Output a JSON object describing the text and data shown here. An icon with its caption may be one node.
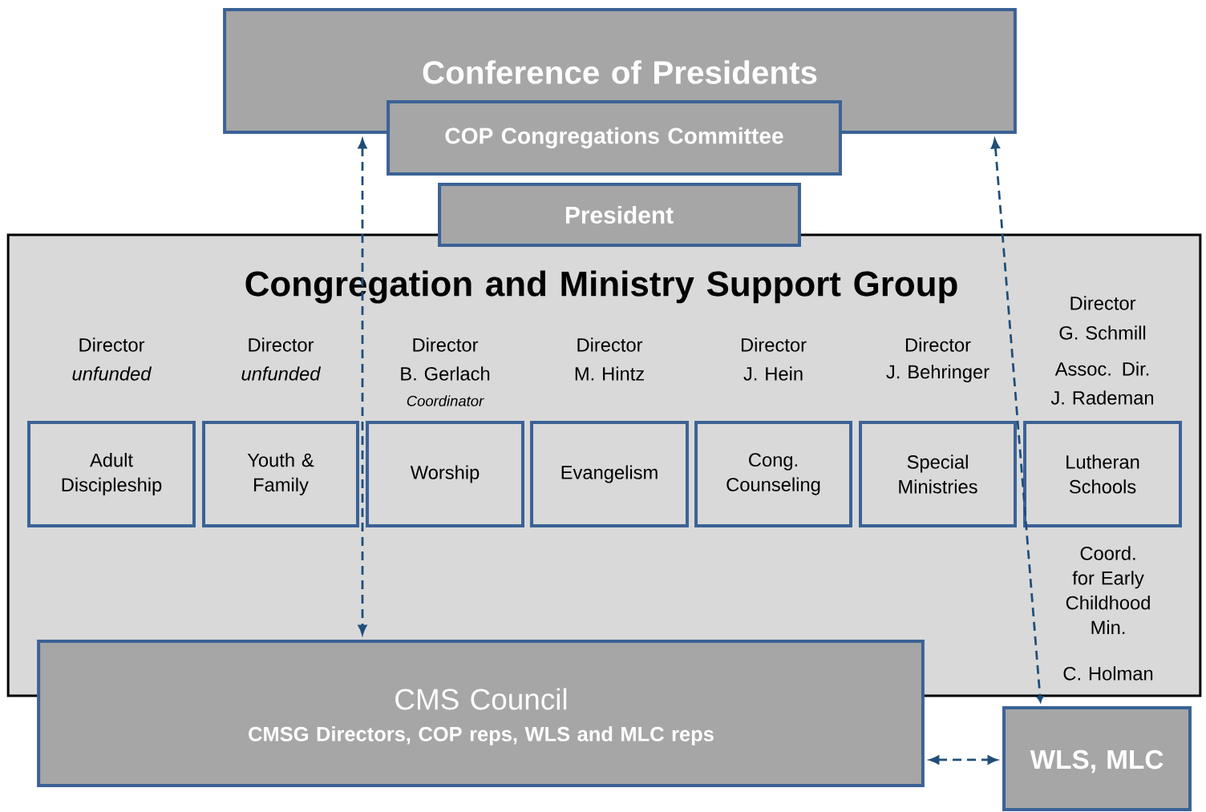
{
  "diagram": {
    "nodes": [
      {
        "text": [
          "Conference of Presidents"
        ]
      },
      {
        "text": [
          "COP Congregations Committee"
        ]
      },
      {
        "text": [
          "President"
        ]
      },
      {
        "text": [
          "Congregation and Ministry Support Group"
        ]
      },
      {
        "text": [
          "Adult Discipleship"
        ],
        "in": 3,
        "beside": [
          "Director",
          "unfunded"
        ]
      },
      {
        "text": [
          "Youth & Family"
        ],
        "in": 3,
        "beside": [
          "Director",
          "unfunded"
        ]
      },
      {
        "text": [
          "Worship"
        ],
        "in": 3,
        "beside": [
          "Director",
          "B. Gerlach",
          "Coordinator"
        ]
      },
      {
        "text": [
          "Evangelism"
        ],
        "in": 3,
        "beside": [
          "Director",
          "M. Hintz"
        ]
      },
      {
        "text": [
          "Cong. Counseling"
        ],
        "in": 3,
        "beside": [
          "Director",
          "J. Hein"
        ]
      },
      {
        "text": [
          "Special Ministries"
        ],
        "in": 3,
        "beside": [
          "Director",
          "J. Behringer"
        ]
      },
      {
        "text": [
          "Lutheran Schools"
        ],
        "in": 3,
        "beside": [
          "Director",
          "G. Schmill",
          "Assoc. Dir.",
          "J. Rademan",
          "Coord. for Early Childhood Min.",
          "C. Holman"
        ]
      },
      {
        "text": [
          "CMS Council",
          "CMSG Directors, COP reps, WLS and MLC reps"
        ]
      },
      {
        "text": [
          "WLS, MLC"
        ]
      }
    ],
    "edges": [
      {
        "from": 0,
        "to": 11,
        "arrow": "both",
        "style": "dashed"
      },
      {
        "from": 0,
        "to": 12,
        "arrow": "both",
        "style": "dashed"
      },
      {
        "from": 11,
        "to": 12,
        "arrow": "both",
        "style": "dashed"
      }
    ]
  }
}
